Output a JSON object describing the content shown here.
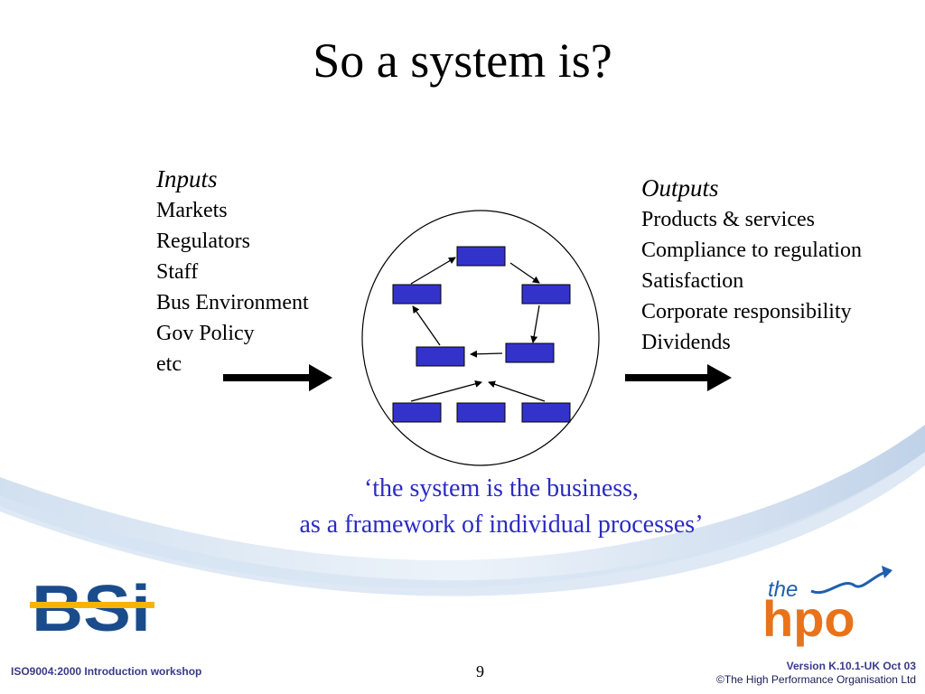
{
  "slide": {
    "title": "So a system is?",
    "page_number": "9"
  },
  "inputs": {
    "heading": "Inputs",
    "items": [
      "Markets",
      "Regulators",
      "Staff",
      "Bus Environment",
      "Gov Policy",
      "etc"
    ]
  },
  "outputs": {
    "heading": "Outputs",
    "items": [
      "Products & services",
      "Compliance to regulation",
      "Satisfaction",
      "Corporate responsibility",
      "Dividends"
    ]
  },
  "quote": {
    "line1": "‘the system is the business,",
    "line2": "as a framework of individual processes’"
  },
  "footer": {
    "left_text": "ISO9004:2000 Introduction workshop",
    "version": "Version K.10.1-UK Oct 03",
    "copyright": "©The High Performance Organisation Ltd"
  },
  "logos": {
    "bsi": "BSi",
    "hpo_the": "the",
    "hpo": "hpo"
  },
  "colors": {
    "box_fill": "#3333cc",
    "quote_text": "#2b2bc4",
    "bsi_blue": "#1a4c8c",
    "bsi_yellow": "#f5b400",
    "hpo_orange": "#e8731a",
    "hpo_blue": "#1f5fae"
  }
}
